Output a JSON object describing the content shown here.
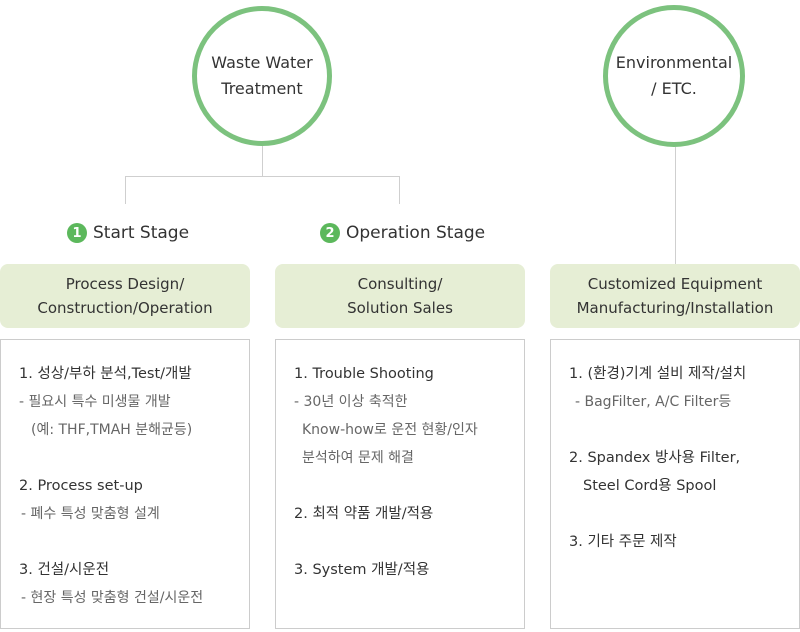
{
  "circles": {
    "waste_water": {
      "line1": "Waste Water",
      "line2": "Treatment"
    },
    "environmental": {
      "line1": "Environmental",
      "line2": "/ ETC."
    }
  },
  "stages": {
    "start": {
      "num": "1",
      "label": "Start Stage"
    },
    "operation": {
      "num": "2",
      "label": "Operation Stage"
    }
  },
  "headers": {
    "process": {
      "line1": "Process Design/",
      "line2": "Construction/Operation"
    },
    "consulting": {
      "line1": "Consulting/",
      "line2": "Solution Sales"
    },
    "customized": {
      "line1": "Customized Equipment",
      "line2": "Manufacturing/Installation"
    }
  },
  "col1": {
    "item1_title": "1. 성상/부하 분석,Test/개발",
    "item1_sub1": "- 필요시 특수 미생물 개발",
    "item1_sub2": "(예: THF,TMAH 분해균등)",
    "item2_title": "2. Process set-up",
    "item2_sub1": "- 폐수 특성 맞춤형 설계",
    "item3_title": "3. 건설/시운전",
    "item3_sub1": "- 현장 특성 맞춤형 건설/시운전"
  },
  "col2": {
    "item1_title": "1. Trouble Shooting",
    "item1_sub1": "- 30년 이상 축적한",
    "item1_sub2": "Know-how로 운전 현황/인자",
    "item1_sub3": "분석하여 문제 해결",
    "item2_title": "2. 최적 약품 개발/적용",
    "item3_title": "3. System 개발/적용"
  },
  "col3": {
    "item1_title": "1. (환경)기계 설비 제작/설치",
    "item1_sub1": "- BagFilter, A/C Filter등",
    "item2_title": "2. Spandex 방사용 Filter,",
    "item2_title2": "Steel Cord용 Spool",
    "item3_title": "3. 기타 주문 제작"
  }
}
